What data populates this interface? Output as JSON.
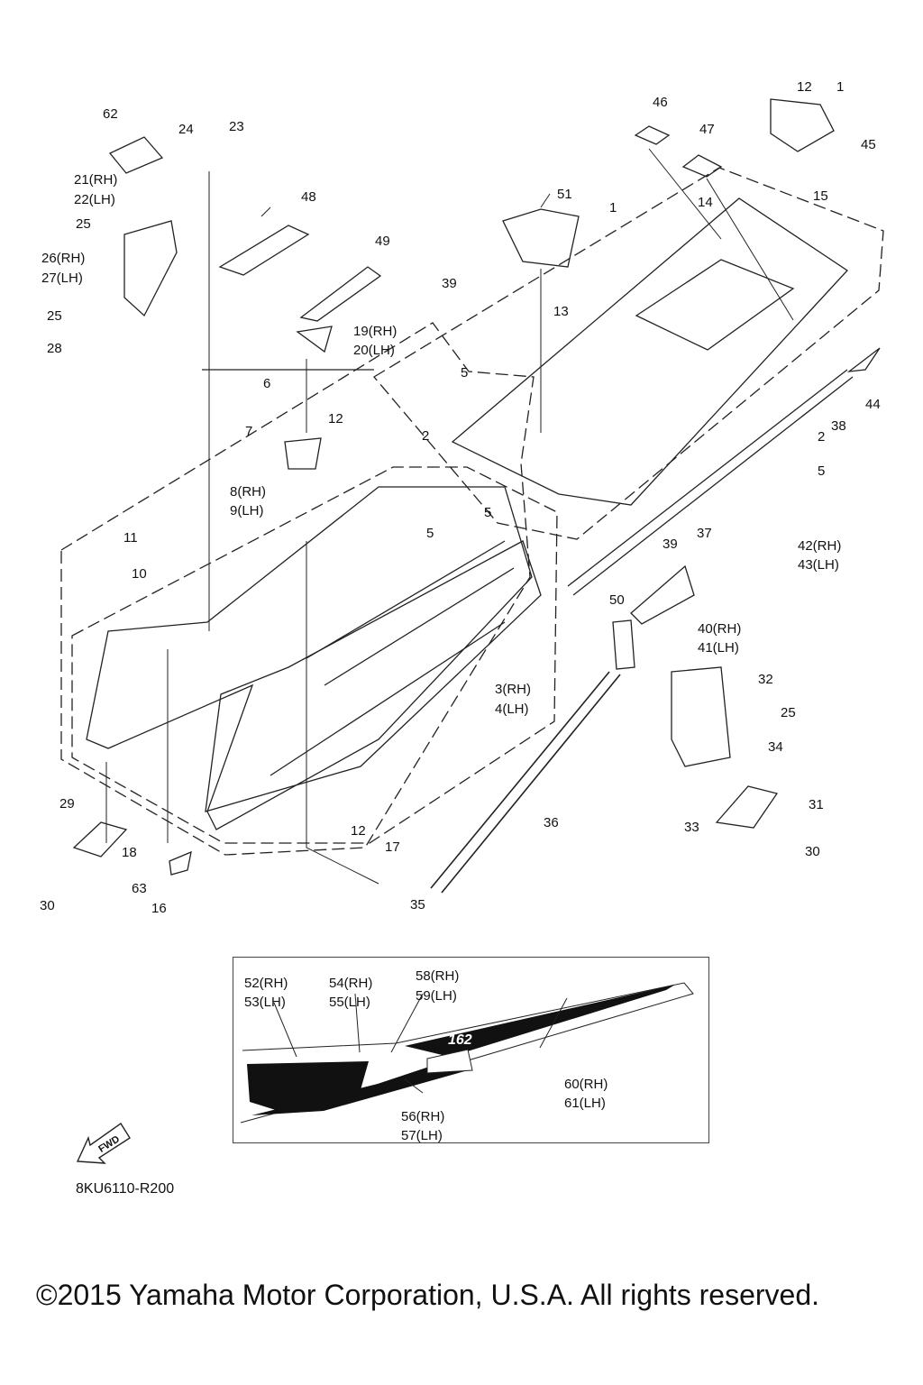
{
  "diagram": {
    "callouts": [
      "12",
      "1",
      "62",
      "24",
      "23",
      "46",
      "47",
      "45",
      "21(RH)",
      "22(LH)",
      "25",
      "48",
      "51",
      "1",
      "14",
      "15",
      "26(RH)",
      "27(LH)",
      "49",
      "39",
      "25",
      "13",
      "28",
      "19(RH)",
      "20(LH)",
      "5",
      "44",
      "6",
      "12",
      "38",
      "7",
      "2",
      "2",
      "5",
      "8(RH)",
      "9(LH)",
      "5",
      "37",
      "11",
      "5",
      "42(RH)",
      "43(LH)",
      "39",
      "10",
      "50",
      "40(RH)",
      "41(LH)",
      "32",
      "3(RH)",
      "4(LH)",
      "25",
      "34",
      "29",
      "31",
      "12",
      "36",
      "33",
      "17",
      "18",
      "30",
      "63",
      "35",
      "16",
      "30"
    ],
    "decal_callouts": [
      "52(RH)",
      "53(LH)",
      "54(RH)",
      "55(LH)",
      "58(RH)",
      "59(LH)",
      "56(RH)",
      "57(LH)",
      "60(RH)",
      "61(LH)"
    ],
    "decal_graphic_text": "162",
    "fwd_arrow_text": "FWD",
    "drawing_code": "8KU6110-R200"
  },
  "footer": {
    "copyright": "©2015 Yamaha Motor Corporation, U.S.A. All rights reserved."
  }
}
